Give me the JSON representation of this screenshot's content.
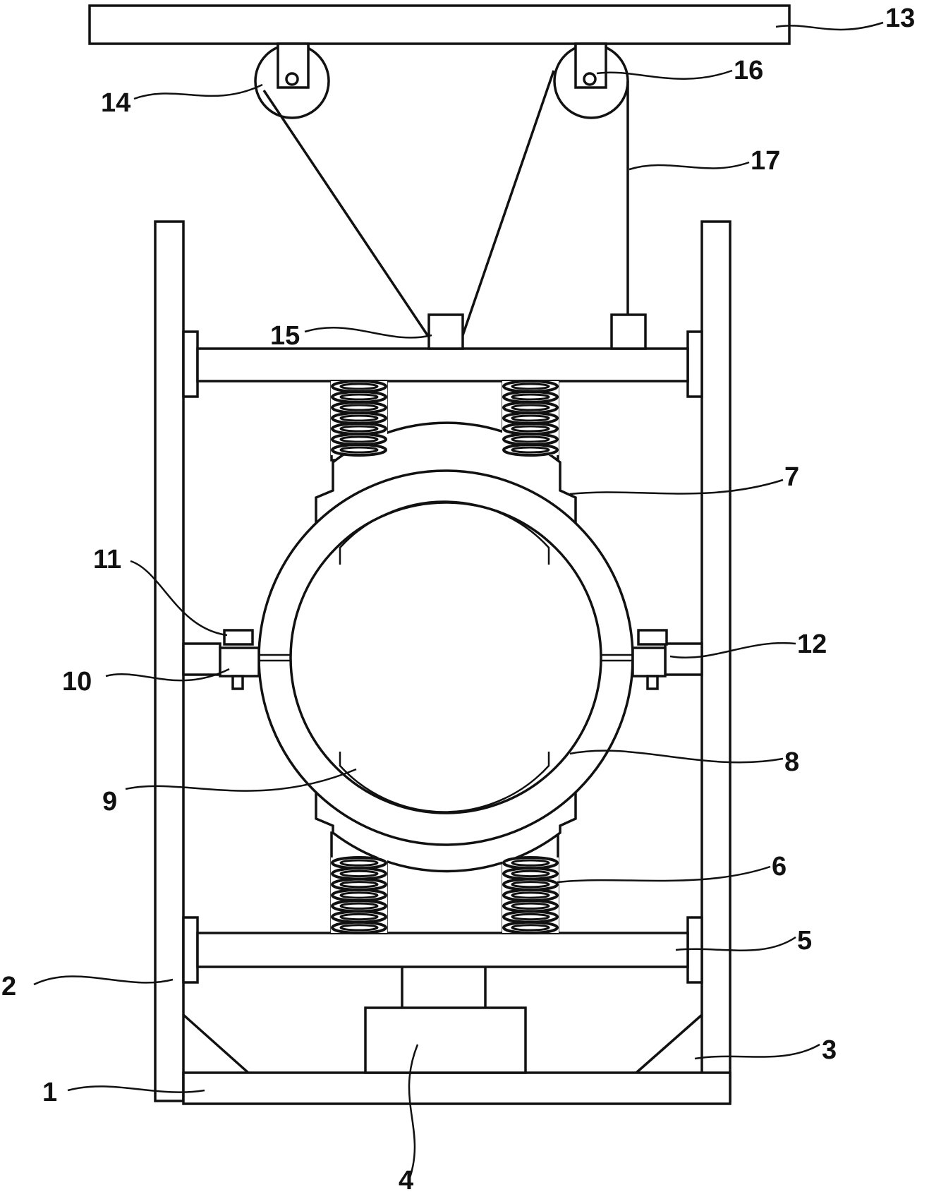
{
  "labels": {
    "n1": "1",
    "n2": "2",
    "n3": "3",
    "n4": "4",
    "n5": "5",
    "n6": "6",
    "n7": "7",
    "n8": "8",
    "n9": "9",
    "n10": "10",
    "n11": "11",
    "n12": "12",
    "n13": "13",
    "n14": "14",
    "n15": "15",
    "n16": "16",
    "n17": "17"
  },
  "colors": {
    "stroke": "#111111",
    "background": "#ffffff"
  }
}
